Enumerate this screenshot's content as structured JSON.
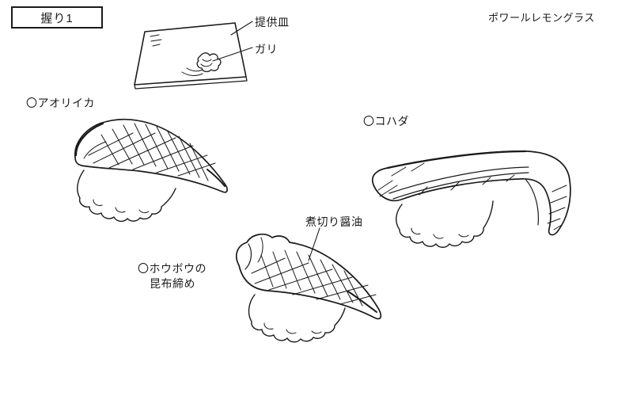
{
  "title": "握り1",
  "notes": {
    "top_right": "ポワールレモングラス"
  },
  "plate": {
    "label": "提供皿",
    "gari_label": "ガリ"
  },
  "items": {
    "aori_ika": {
      "label": "〇アオリイカ"
    },
    "kohada": {
      "label": "〇コハダ"
    },
    "houbou": {
      "label_line1": "〇ホウボウの",
      "label_line2": "昆布締め"
    },
    "nikiri": {
      "label": "煮切り醤油"
    }
  },
  "colors": {
    "ink": "#1a1a1a",
    "paper": "#ffffff"
  }
}
